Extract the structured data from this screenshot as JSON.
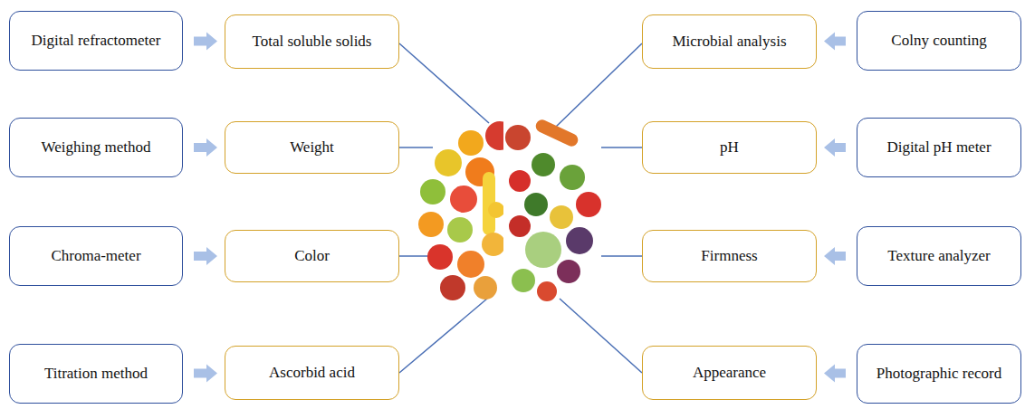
{
  "diagram": {
    "nodes": [
      {
        "text": [
          "Digital refractometer"
        ]
      },
      {
        "text": [
          "Total soluble solids"
        ]
      },
      {
        "text": [
          "Microbial analysis"
        ]
      },
      {
        "text": [
          "Colny counting"
        ]
      },
      {
        "text": [
          "Weighing method"
        ]
      },
      {
        "text": [
          "Weight"
        ]
      },
      {
        "text": [
          "pH"
        ]
      },
      {
        "text": [
          "Digital pH meter"
        ]
      },
      {
        "text": [
          "Chroma-meter"
        ]
      },
      {
        "text": [
          "Color"
        ]
      },
      {
        "text": [
          "Firmness"
        ]
      },
      {
        "text": [
          "Texture analyzer"
        ]
      },
      {
        "text": [
          "Titration method"
        ]
      },
      {
        "text": [
          "Ascorbid acid"
        ]
      },
      {
        "text": [
          "Appearance"
        ]
      },
      {
        "text": [
          "Photographic record"
        ]
      }
    ],
    "edges": [
      {
        "from": 0,
        "to": 1,
        "arrow": "to"
      },
      {
        "from": 3,
        "to": 2,
        "arrow": "to"
      },
      {
        "from": 4,
        "to": 5,
        "arrow": "to"
      },
      {
        "from": 7,
        "to": 6,
        "arrow": "to"
      },
      {
        "from": 8,
        "to": 9,
        "arrow": "to"
      },
      {
        "from": 11,
        "to": 10,
        "arrow": "to"
      },
      {
        "from": 12,
        "to": 13,
        "arrow": "to"
      },
      {
        "from": 15,
        "to": 14,
        "arrow": "to"
      }
    ]
  }
}
